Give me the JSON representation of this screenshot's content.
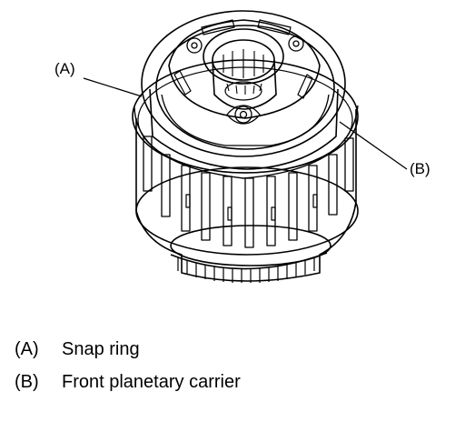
{
  "callouts": [
    {
      "key": "(A)"
    },
    {
      "key": "(B)"
    }
  ],
  "legend": [
    {
      "key": "(A)",
      "text": "Snap ring"
    },
    {
      "key": "(B)",
      "text": "Front planetary carrier"
    }
  ]
}
